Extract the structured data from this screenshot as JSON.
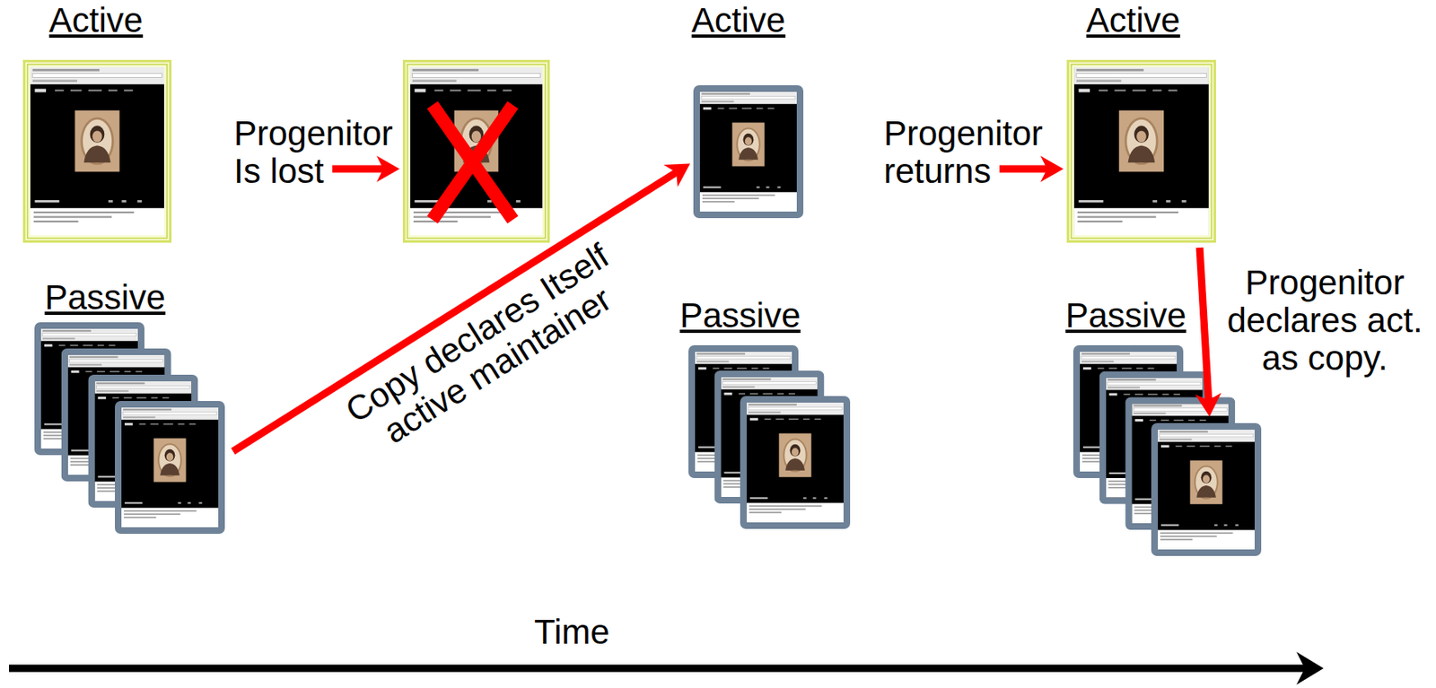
{
  "diagram": {
    "nodes": [
      {
        "text": [
          "Active"
        ]
      },
      {
        "text": [
          "Passive"
        ]
      },
      {
        "text": [
          "Active"
        ]
      },
      {
        "text": [
          "Passive"
        ]
      },
      {
        "text": [
          "Active"
        ]
      },
      {
        "text": [
          "Passive"
        ]
      }
    ],
    "edges": [
      {
        "from": 1,
        "to": 2,
        "arrow": "to",
        "label": "Copy declares Itself active maintainer"
      },
      {
        "from": 4,
        "to": 5,
        "arrow": "to",
        "label": "Progenitor declares act. as copy."
      }
    ],
    "labels": [
      "Progenitor Is lost",
      "Progenitor returns",
      "Time"
    ]
  }
}
